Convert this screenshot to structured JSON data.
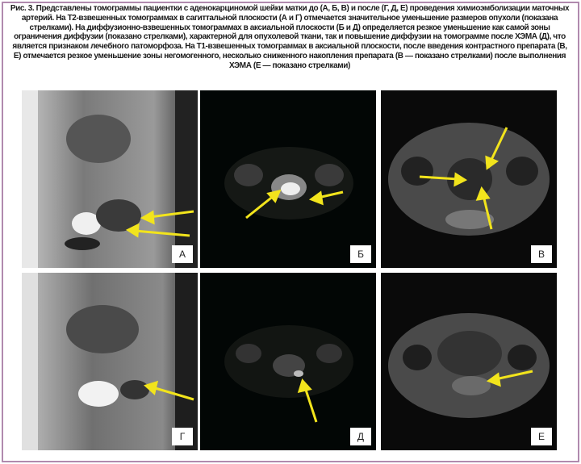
{
  "caption": "Рис. 3. Представлены томограммы пациентки с аденокарциномой шейки матки до (А, Б, В) и после (Г, Д, Е) проведения химиоэмболизации маточных артерий. На Т2-взвешенных томограммах в сагиттальной плоскости (А и Г) отмечается значительное уменьшение размеров опухоли (показана стрелками). На диффузионно-взвешенных томограммах в аксиальной плоскости (Б и Д) определяется резкое уменьшение как самой зоны ограничения диффузии (показано стрелками), характерной для опухолевой ткани, так и повышение диффузии на томограмме после ХЭМА (Д), что является признаком лечебного патоморфоза. На Т1-взвешенных томограммах в аксиальной плоскости, после введения контрастного препарата (В, Е) отмечается резкое уменьшение зоны негомогенного, несколько сниженного накопления препарата (В — показано стрелками) после выполнения ХЭМА (Е — показано стрелками)",
  "panels": {
    "a": {
      "label": "А",
      "description_icon": "mri-sagittal-t2"
    },
    "b": {
      "label": "Б",
      "description_icon": "mri-axial-dwi"
    },
    "v": {
      "label": "В",
      "description_icon": "mri-axial-t1"
    },
    "g": {
      "label": "Г",
      "description_icon": "mri-sagittal-t2"
    },
    "d": {
      "label": "Д",
      "description_icon": "mri-axial-dwi"
    },
    "e": {
      "label": "Е",
      "description_icon": "mri-axial-t1"
    }
  },
  "colors": {
    "arrow": "#f2e41c",
    "border": "#b08aae"
  }
}
